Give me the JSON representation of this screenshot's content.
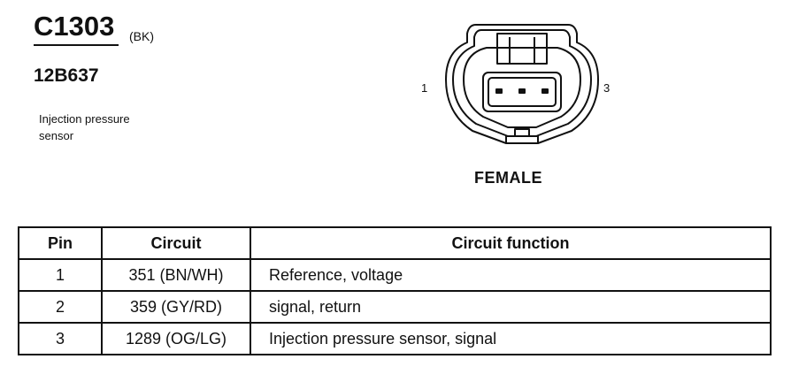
{
  "header": {
    "connector_id": "C1303",
    "connector_color": "(BK)",
    "part_number": "12B637",
    "description_line1": "Injection pressure",
    "description_line2": "sensor"
  },
  "connector": {
    "pin_left": "1",
    "pin_right": "3",
    "gender": "FEMALE"
  },
  "table": {
    "headers": {
      "pin": "Pin",
      "circuit": "Circuit",
      "function": "Circuit function"
    },
    "rows": [
      {
        "pin": "1",
        "circuit": "351 (BN/WH)",
        "function": "Reference, voltage"
      },
      {
        "pin": "2",
        "circuit": "359 (GY/RD)",
        "function": "signal, return"
      },
      {
        "pin": "3",
        "circuit": "1289 (OG/LG)",
        "function": "Injection pressure sensor, signal"
      }
    ]
  }
}
